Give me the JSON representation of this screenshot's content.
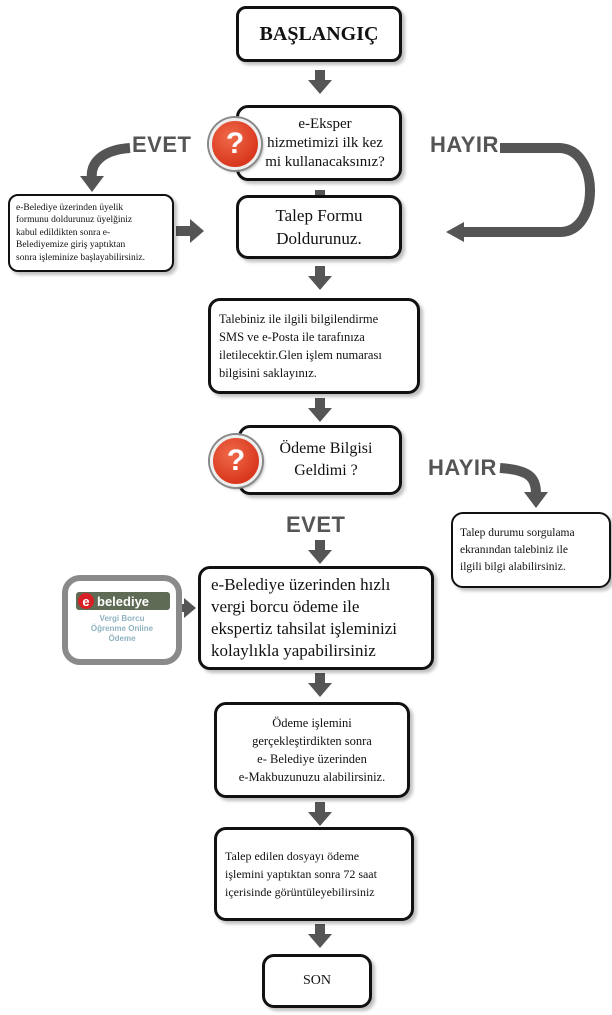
{
  "nodes": {
    "start": "BAŞLANGIÇ",
    "q_first_use": "e-Eksper\nhizmetimizi ilk kez\nmi kullanacaksınız?",
    "register_note": "e-Belediye üzerinden üyelik\nformunu doldurunuz üyelğiniz\nkabul edildikten sonra e-\nBelediyemize giriş yaptıktan\nsonra işleminize başlayabilirsiniz.",
    "fill_form": "Talep Formu\nDoldurunuz.",
    "info_notice": "Talebiniz ile ilgili bilgilendirme\nSMS ve e-Posta ile tarafınıza\niletilecektir.Glen işlem numarası\nbilgisini saklayınız.",
    "q_payment": "Ödeme Bilgisi\nGeldimi ?",
    "status_query": "Talep durumu sorgulama\nekranından talebiniz ile\nilgili bilgi alabilirsiniz.",
    "pay_online": "e-Belediye üzerinden hızlı\nvergi borcu ödeme ile\nekspertiz tahsilat işleminizi\nkolaylıkla yapabilirsiniz",
    "receipt": "Ödeme işlemini\ngerçekleştirdikten sonra\ne- Belediye üzerinden\ne-Makbuzunuzu alabilirsiniz.",
    "view_file": "Talep edilen dosyayı ödeme\nişlemini yaptıktan sonra 72 saat\niçerisinde görüntüleyebilirsiniz",
    "end": "SON"
  },
  "labels": {
    "yes_1": "EVET",
    "no_1": "HAYIR",
    "no_2": "HAYIR",
    "yes_2": "EVET"
  },
  "icons": {
    "question": "?",
    "question_icon": "question-mark-icon"
  },
  "logo": {
    "badge_letter": "e",
    "badge_word": "belediye",
    "caption": "Vergi Borcu\nÖğrenme Online\nÖdeme"
  },
  "colors": {
    "box_border": "#111111",
    "arrow": "#555555",
    "question_red": "#d9381e",
    "logo_green": "#5f6b55",
    "logo_red": "#d81f26",
    "label_gray": "#555555"
  }
}
